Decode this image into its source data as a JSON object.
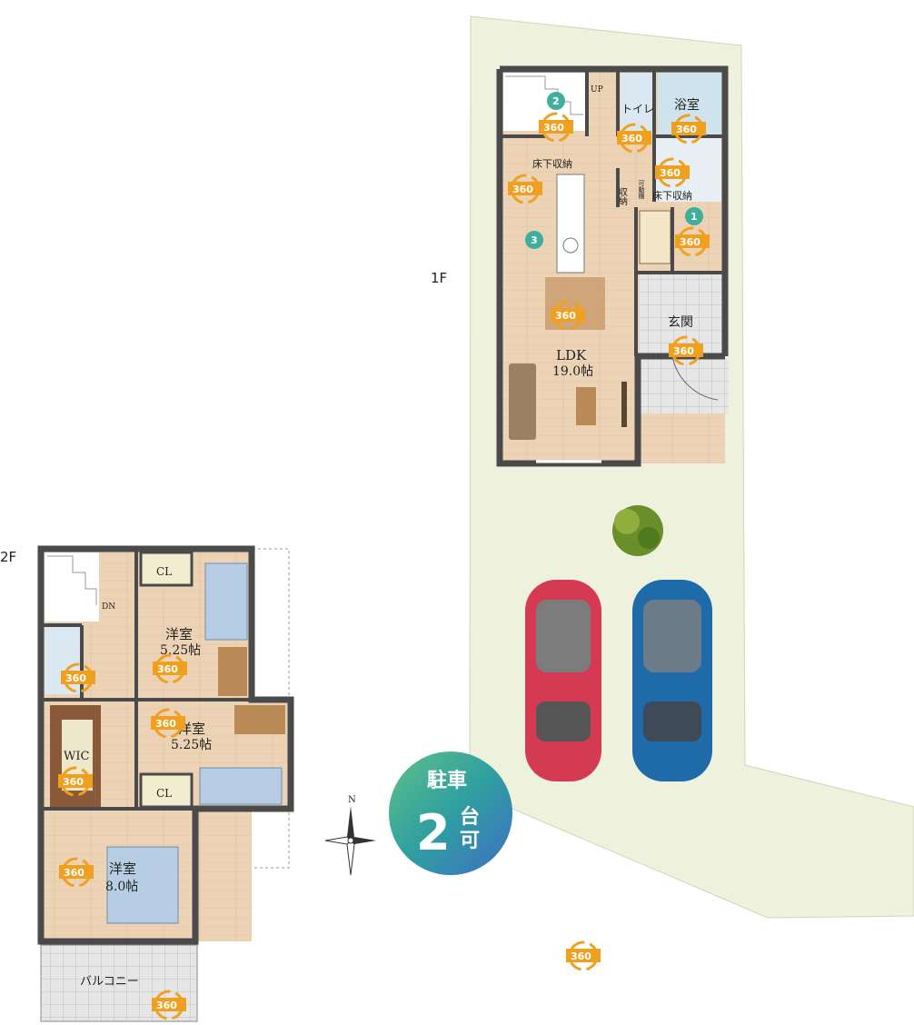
{
  "floors": {
    "first": "1F",
    "second": "2F"
  },
  "rooms_1f": {
    "up": "UP",
    "toilet": "トイレ",
    "bath": "浴室",
    "underfloor_1": "床下収納",
    "underfloor_2": "床下収納",
    "storage": "収納",
    "movable_shelf": "可動棚",
    "ldk_name": "LDK",
    "ldk_size": "19.0帖",
    "entrance": "玄関"
  },
  "rooms_2f": {
    "dn": "DN",
    "cl1": "CL",
    "cl2": "CL",
    "room1_name": "洋室",
    "room1_size": "5.25帖",
    "room2_name": "洋室",
    "room2_size": "5.25帖",
    "wic": "WIC",
    "room3_name": "洋室",
    "room3_size": "8.0帖",
    "balcony": "バルコニー"
  },
  "viewpoints": [
    "1",
    "2",
    "3"
  ],
  "badge_360": "360",
  "compass": "N",
  "parking": {
    "line1": "駐車",
    "count": "2",
    "unit": "台",
    "suffix": "可"
  },
  "colors": {
    "lot": "#eef2dd",
    "floor_wood": "#ecd3b5",
    "wall": "#4a4a4a",
    "tile": "#d9d9d9",
    "bath_blue": "#cfe3ef",
    "badge_orange": "#f0a020",
    "viewpoint_teal": "#3fae9c",
    "car_red": "#d43a52",
    "car_blue": "#1f6aa8"
  }
}
